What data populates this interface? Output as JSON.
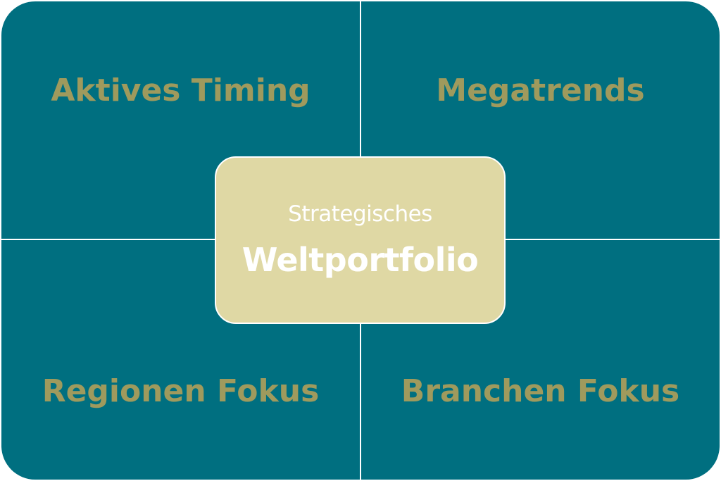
{
  "quadrants": {
    "top_left": "Aktives Timing",
    "top_right": "Megatrends",
    "bottom_left": "Regionen Fokus",
    "bottom_right": "Branchen Fokus"
  },
  "center": {
    "subtitle": "Strategisches",
    "title": "Weltportfolio"
  },
  "colors": {
    "quadrant_fill": "#006f80",
    "quadrant_text": "#9f9a5d",
    "center_fill": "#dfd8a4",
    "center_text": "#ffffff"
  }
}
